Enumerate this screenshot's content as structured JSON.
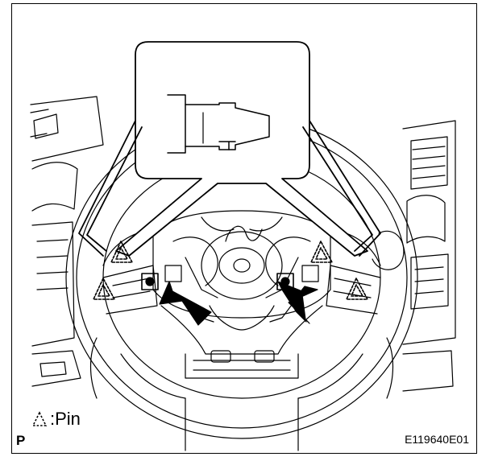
{
  "legend": {
    "symbol": "triangle-dashed-icon",
    "text": ":Pin"
  },
  "corner_mark": "P",
  "figure_code": "E119640E01",
  "colors": {
    "line": "#000000",
    "background": "#ffffff"
  }
}
